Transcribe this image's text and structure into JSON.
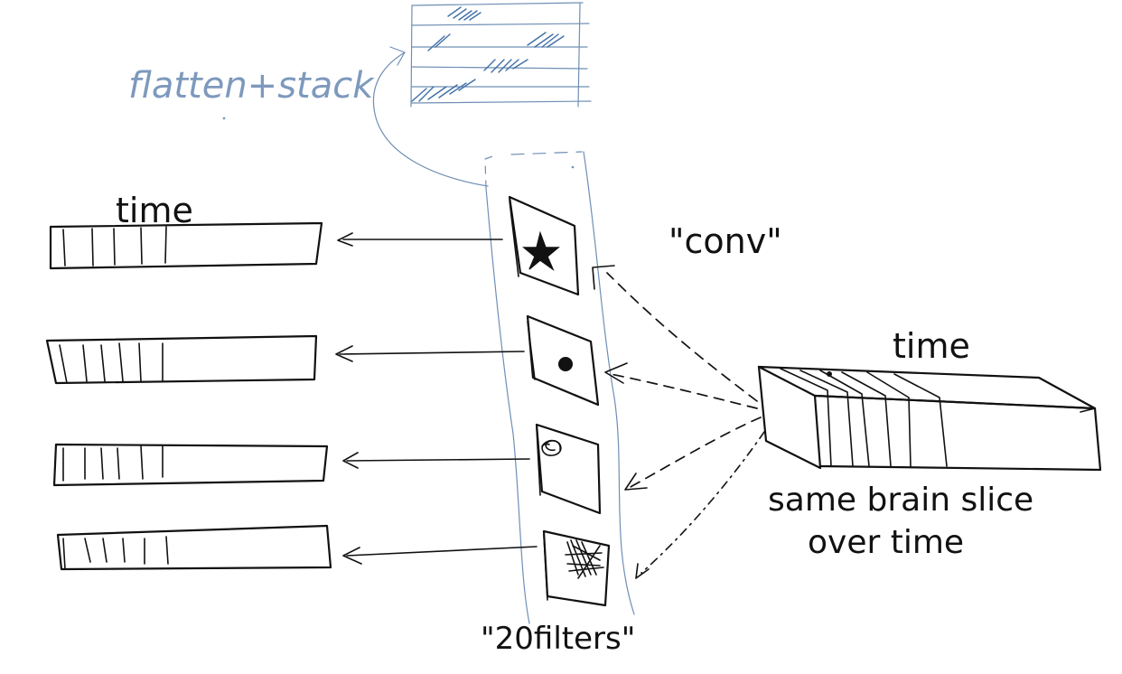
{
  "labels": {
    "flatten": "flatten+stack",
    "time_left": "time",
    "time_right": "time",
    "conv": "\"conv\"",
    "filters": "\"20filters\"",
    "brain_line1": "same brain slice",
    "brain_line2": "over time"
  },
  "colors": {
    "ink": "#111111",
    "sketch_blue": "#6f8fb4"
  },
  "filters": [
    {
      "feature": "star"
    },
    {
      "feature": "dot"
    },
    {
      "feature": "swirl"
    },
    {
      "feature": "scribble"
    }
  ]
}
